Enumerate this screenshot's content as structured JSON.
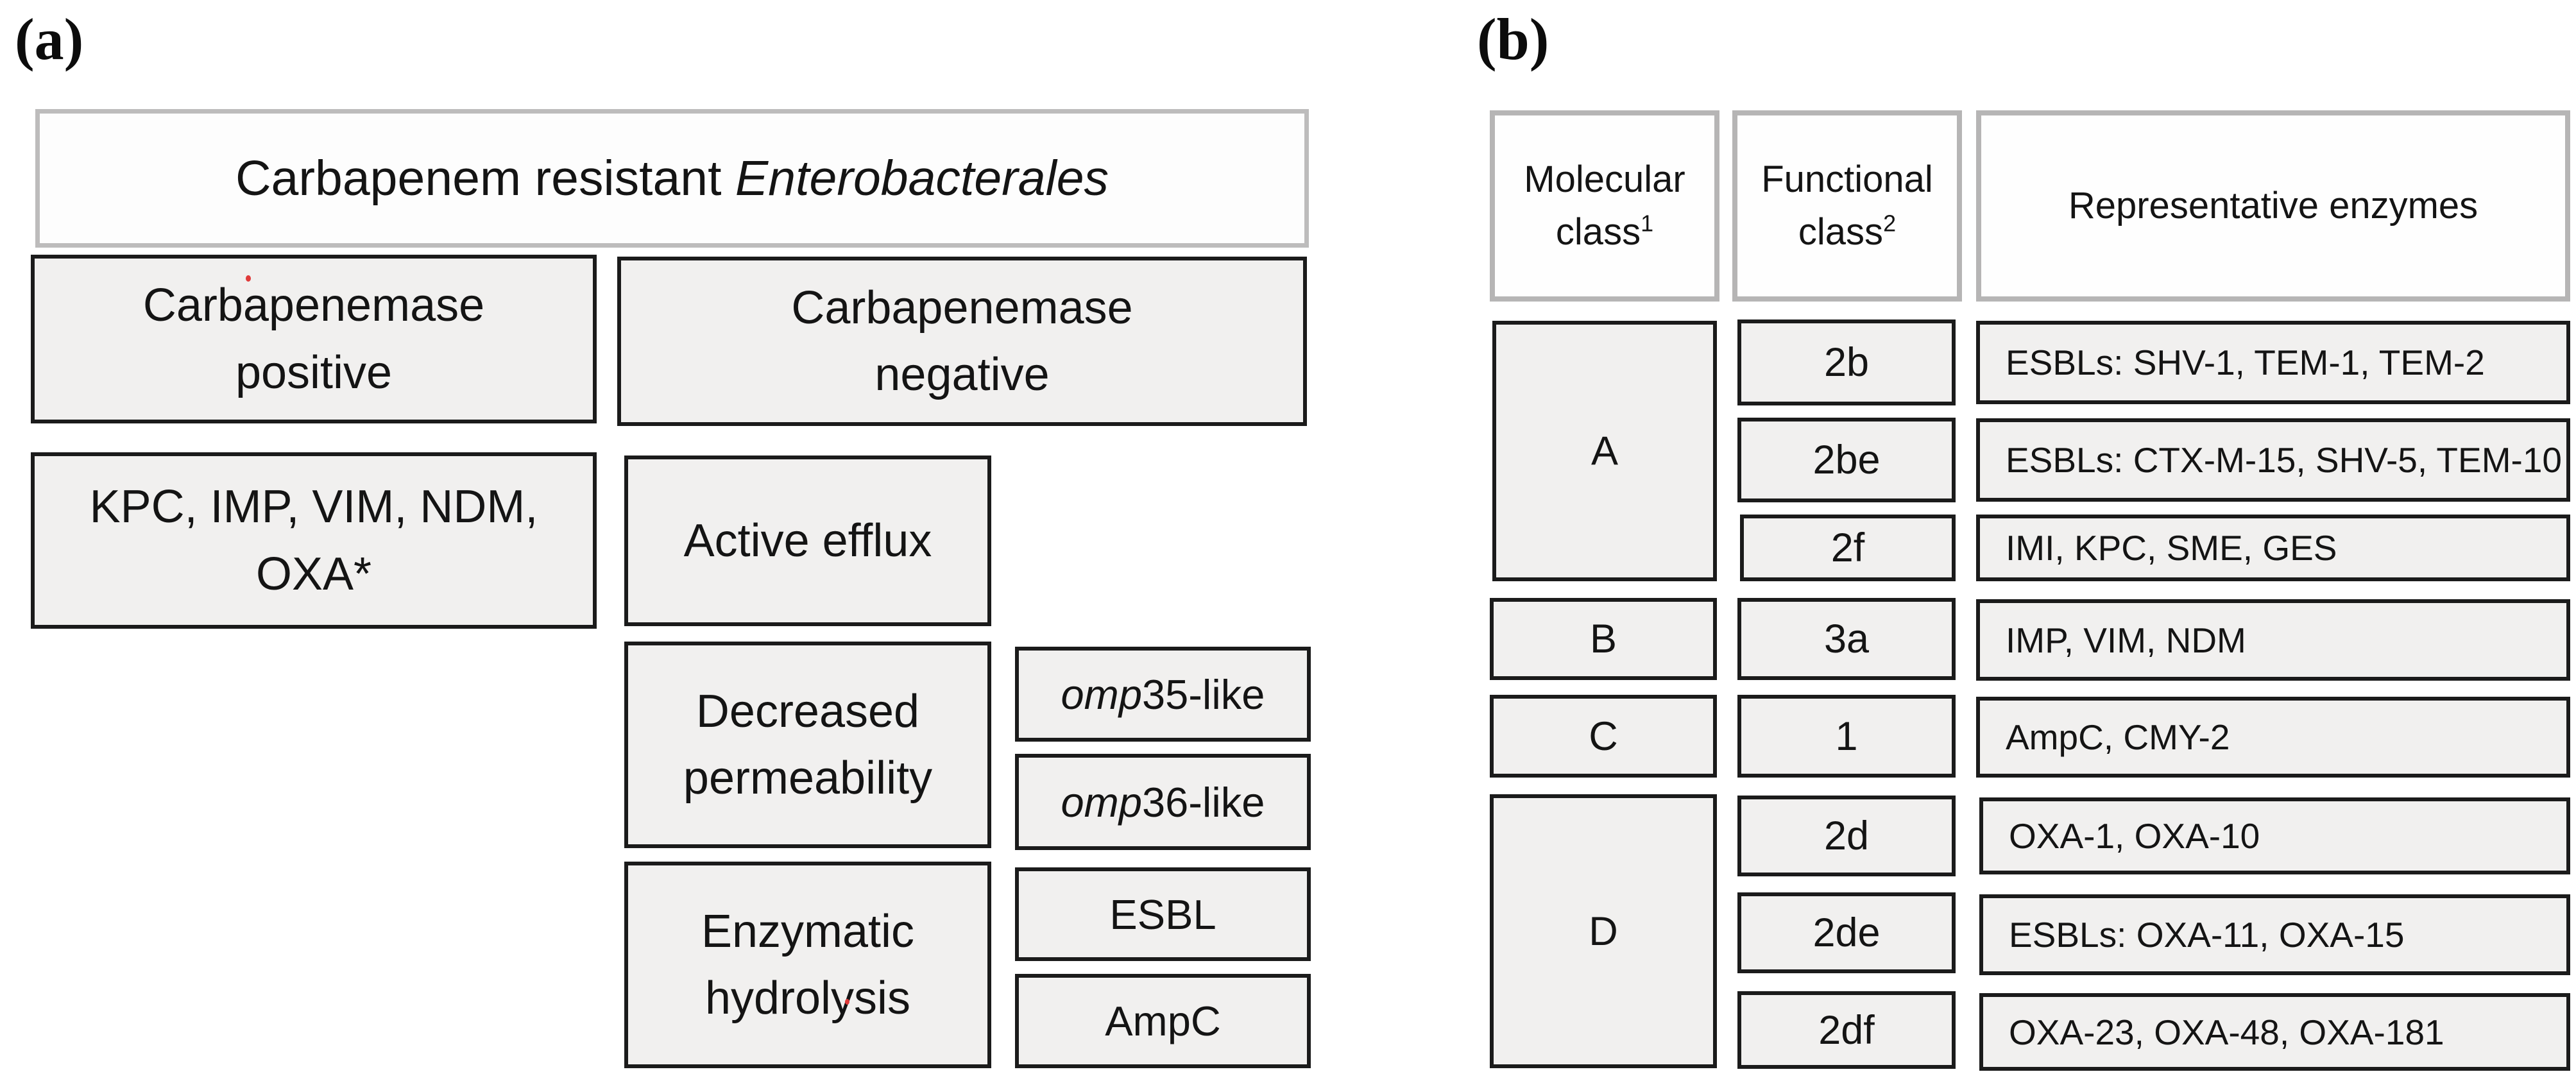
{
  "colors": {
    "background": "#ffffff",
    "data_box_fill": "#f1f0ef",
    "data_box_border": "#1b1b1b",
    "header_box_fill": "#fefefe",
    "header_box_border": "#b6b5b5",
    "title_box_border": "#bdbcbc",
    "text": "#141414",
    "artifact_dot": "#e03a3a"
  },
  "panel_a": {
    "label": "(a)",
    "title": {
      "prefix": "Carbapenem resistant",
      "italic": "Enterobacterales"
    },
    "carbapenemase_positive": {
      "lines": [
        "Carbapenemase",
        "positive"
      ]
    },
    "carbapenemase_negative": {
      "lines": [
        "Carbapenemase",
        "negative"
      ]
    },
    "carbapenemase_genes": {
      "lines": [
        "KPC, IMP, VIM, NDM,",
        "OXA*"
      ]
    },
    "active_efflux": {
      "label": "Active efflux"
    },
    "decreased_permeability": {
      "lines": [
        "Decreased",
        "permeability"
      ]
    },
    "omp35": {
      "italic": "omp",
      "rest": "35-like"
    },
    "omp36": {
      "italic": "omp",
      "rest": "36-like"
    },
    "enzymatic_hydrolysis": {
      "lines": [
        "Enzymatic",
        "hydrolysis"
      ]
    },
    "esbl": {
      "label": "ESBL"
    },
    "ampc": {
      "label": "AmpC"
    }
  },
  "panel_b": {
    "label": "(b)",
    "headers": {
      "molecular": {
        "line1": "Molecular",
        "line2": "class",
        "sup": "1"
      },
      "functional": {
        "line1": "Functional",
        "line2": "class",
        "sup": "2"
      },
      "representative": {
        "label": "Representative enzymes"
      }
    },
    "molecular_classes": [
      {
        "label": "A"
      },
      {
        "label": "B"
      },
      {
        "label": "C"
      },
      {
        "label": "D"
      }
    ],
    "rows": [
      {
        "functional": "2b",
        "representative": "ESBLs: SHV-1, TEM-1, TEM-2"
      },
      {
        "functional": "2be",
        "representative": "ESBLs: CTX-M-15, SHV-5, TEM-10"
      },
      {
        "functional": "2f",
        "representative": "IMI, KPC, SME, GES"
      },
      {
        "functional": "3a",
        "representative": "IMP, VIM, NDM"
      },
      {
        "functional": "1",
        "representative": "AmpC, CMY-2"
      },
      {
        "functional": "2d",
        "representative": "OXA-1, OXA-10"
      },
      {
        "functional": "2de",
        "representative": "ESBLs: OXA-11, OXA-15"
      },
      {
        "functional": "2df",
        "representative": "OXA-23, OXA-48, OXA-181"
      }
    ]
  }
}
